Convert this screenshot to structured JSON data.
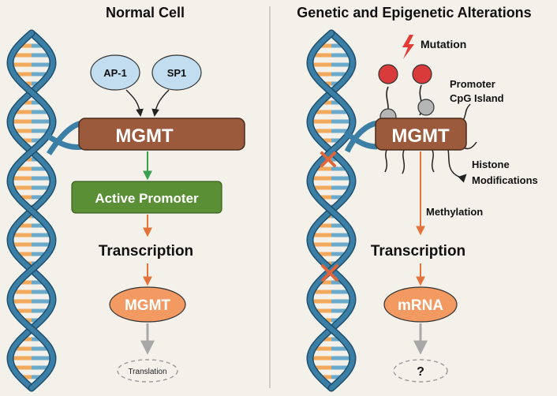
{
  "left_panel": {
    "title": "Normal Cell",
    "factor_1": "AP-1",
    "factor_2": "SP1",
    "gene": "MGMT",
    "promoter": "Active Promoter",
    "process": "Transcription",
    "product": "MGMT",
    "next_step": "Translation"
  },
  "right_panel": {
    "title": "Genetic and Epigenetic Alterations",
    "mutation": "Mutation",
    "cpg_line1": "Promoter",
    "cpg_line2": "CpG Island",
    "gene": "MGMT",
    "histone_line1": "Histone",
    "histone_line2": "Modifications",
    "methylation": "Methylation",
    "process": "Transcription",
    "product": "mRNA",
    "next_step": "?"
  },
  "colors": {
    "background": "#f3f1ea",
    "dna_strand": "#3c7fa6",
    "rung_orange": "#f2a95c",
    "rung_blue": "#6aa9c9",
    "gene_box": "#9c5a3c",
    "promoter_green": "#5a8f35",
    "arrow_orange": "#e3733a",
    "arrow_green": "#3aa050",
    "arrow_gray": "#a8a8a8",
    "factor_blue": "#c2dcf0",
    "product_orange": "#f29a62",
    "methyl_red": "#d93a3a",
    "methyl_gray": "#b5b5b5",
    "mutation_red": "#e53935"
  }
}
